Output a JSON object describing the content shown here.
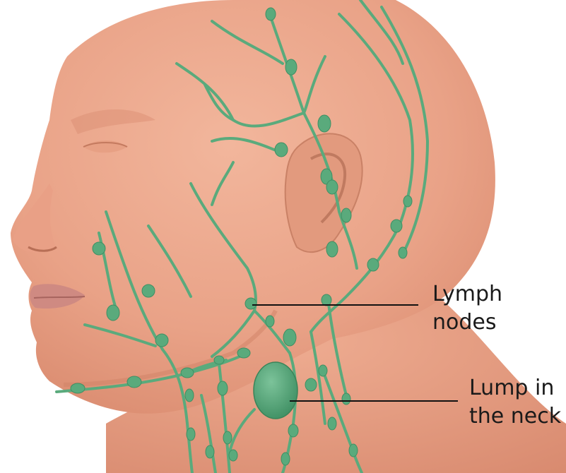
{
  "colors": {
    "background": "#ffffff",
    "skin": "#eaa58b",
    "skin_shadow": "#d9896d",
    "lips": "#d08b84",
    "lymph": "#5aaa7c",
    "lymph_dark": "#3f8f63",
    "text": "#1a1a1a",
    "leader_line": "#111111"
  },
  "labels": {
    "lymph_nodes": {
      "line1": "Lymph",
      "line2": "nodes"
    },
    "lump": {
      "line1": "Lump in",
      "line2": "the neck"
    }
  }
}
